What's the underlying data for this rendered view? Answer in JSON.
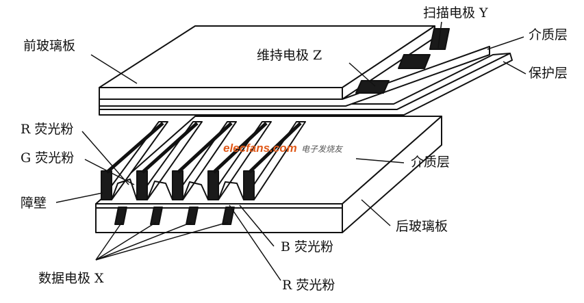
{
  "diagram": {
    "labels": {
      "front_glass": "前玻璃板",
      "scan_electrode": "扫描电极 Y",
      "dielectric_top": "介质层",
      "sustain_electrode": "维持电极 Z",
      "protective_layer": "保护层",
      "r_phosphor_top": "R 荧光粉",
      "g_phosphor": "G 荧光粉",
      "dielectric_mid": "介质层",
      "barrier": "障壁",
      "rear_glass": "后玻璃板",
      "b_phosphor": "B 荧光粉",
      "data_electrode": "数据电极 X",
      "r_phosphor_bottom": "R 荧光粉"
    },
    "watermark": {
      "site": "elecfans.com",
      "sub": "电子发烧友"
    },
    "colors": {
      "line": "#111111",
      "fill": "#ffffff",
      "electrode": "#1a1a1a",
      "watermark": "#e05a1a"
    }
  }
}
